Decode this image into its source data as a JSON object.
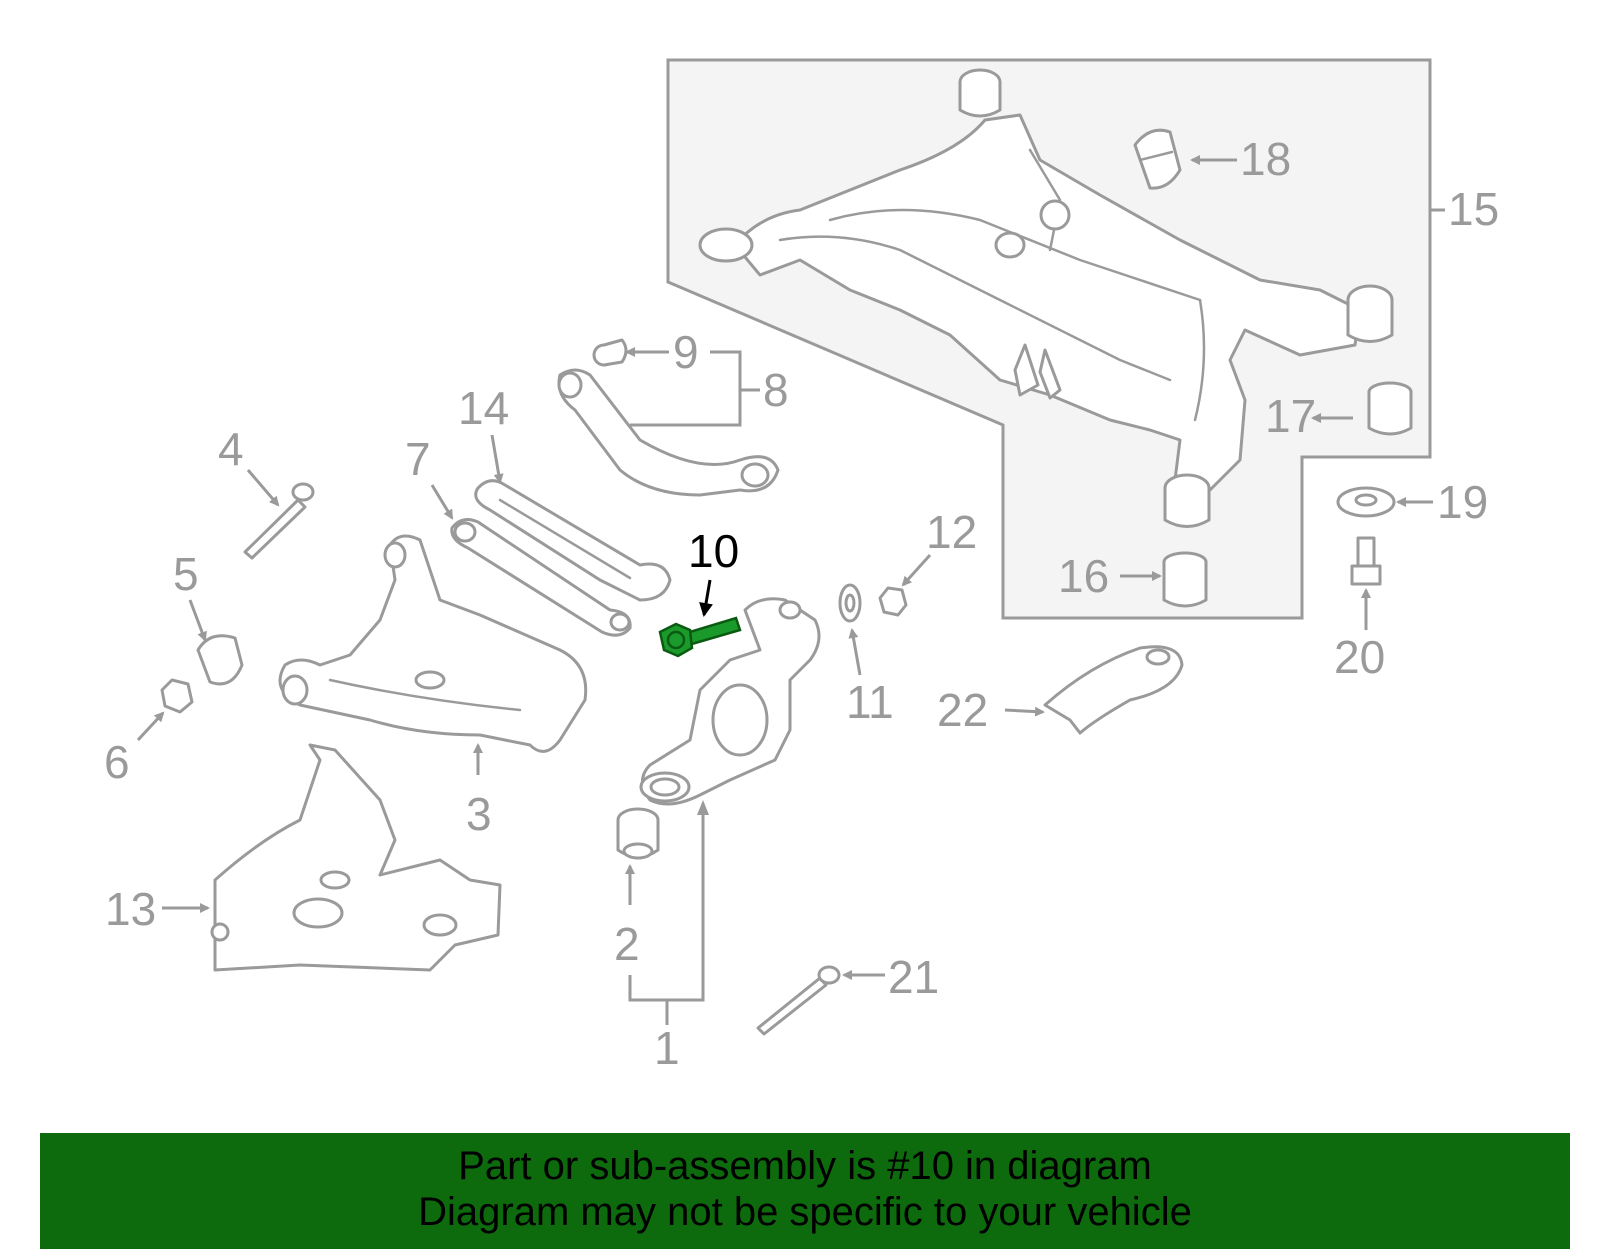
{
  "diagram": {
    "highlighted_part": "10",
    "highlight_color": "#1a9a2a",
    "callouts": [
      "1",
      "2",
      "3",
      "4",
      "5",
      "6",
      "7",
      "8",
      "9",
      "10",
      "11",
      "12",
      "13",
      "14",
      "15",
      "16",
      "17",
      "18",
      "19",
      "20",
      "21",
      "22"
    ]
  },
  "banner": {
    "line1": "Part or sub-assembly is #10 in diagram",
    "line2": "Diagram may not be specific to your vehicle",
    "background": "#0d6a0d"
  }
}
